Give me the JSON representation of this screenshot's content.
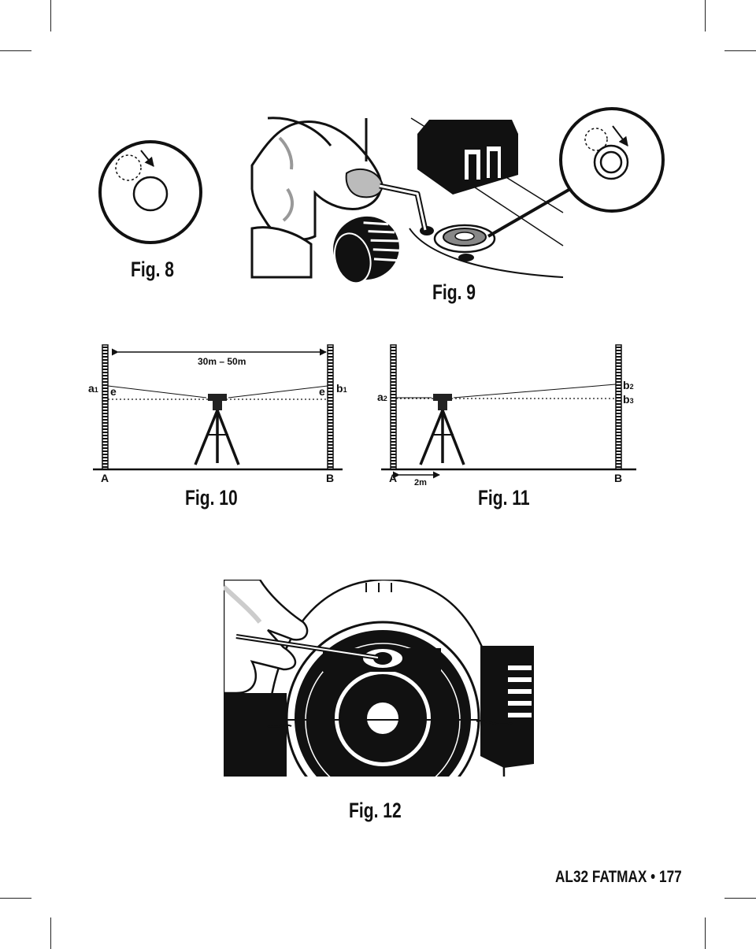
{
  "figures": {
    "fig8": {
      "caption": "Fig. 8"
    },
    "fig9": {
      "caption": "Fig. 9"
    },
    "fig10": {
      "caption": "Fig. 10",
      "distance": "30m – 50m",
      "a1": "a",
      "a1_sub": "1",
      "b1": "b",
      "b1_sub": "1",
      "e_left": "e",
      "e_right": "e",
      "A": "A",
      "B": "B"
    },
    "fig11": {
      "caption": "Fig. 11",
      "a2": "a",
      "a2_sub": "2",
      "b2": "b",
      "b2_sub": "2",
      "b3": "b",
      "b3_sub": "3",
      "A": "A",
      "B": "B",
      "distance": "2m"
    },
    "fig12": {
      "caption": "Fig. 12"
    }
  },
  "footer": {
    "text": "AL32 FATMAX • 177"
  }
}
